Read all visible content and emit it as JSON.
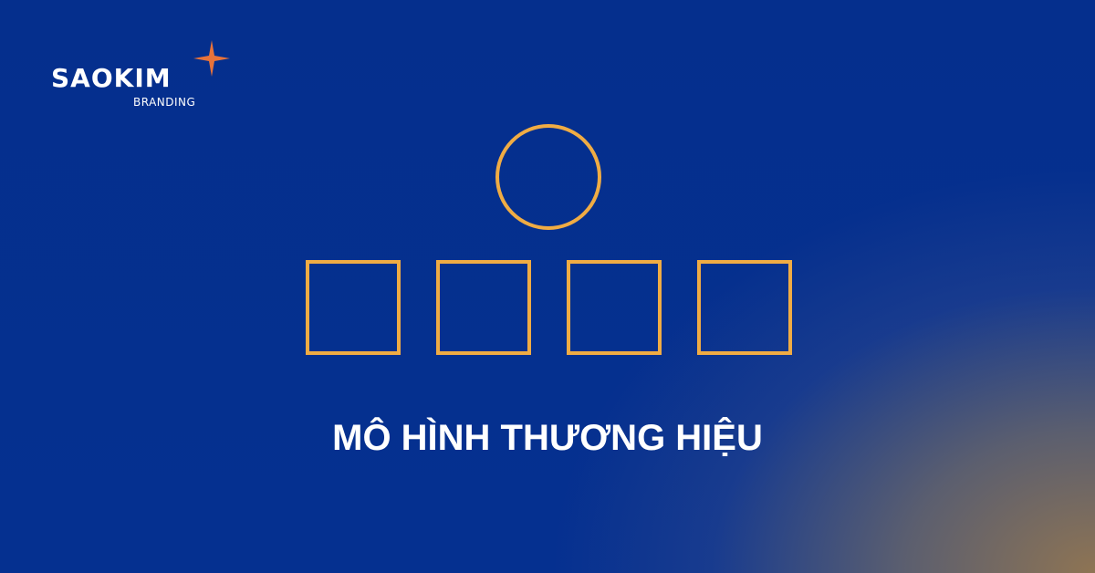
{
  "brand": {
    "name": "SAOKIM",
    "tagline": "BRANDING",
    "icon": "four-point-star-icon",
    "accent_color": "#e8733a"
  },
  "main": {
    "title": "MÔ HÌNH THƯƠNG HIỆU",
    "shape_color": "#f0ac44"
  },
  "colors": {
    "background": "#042c8c",
    "text": "#ffffff"
  }
}
